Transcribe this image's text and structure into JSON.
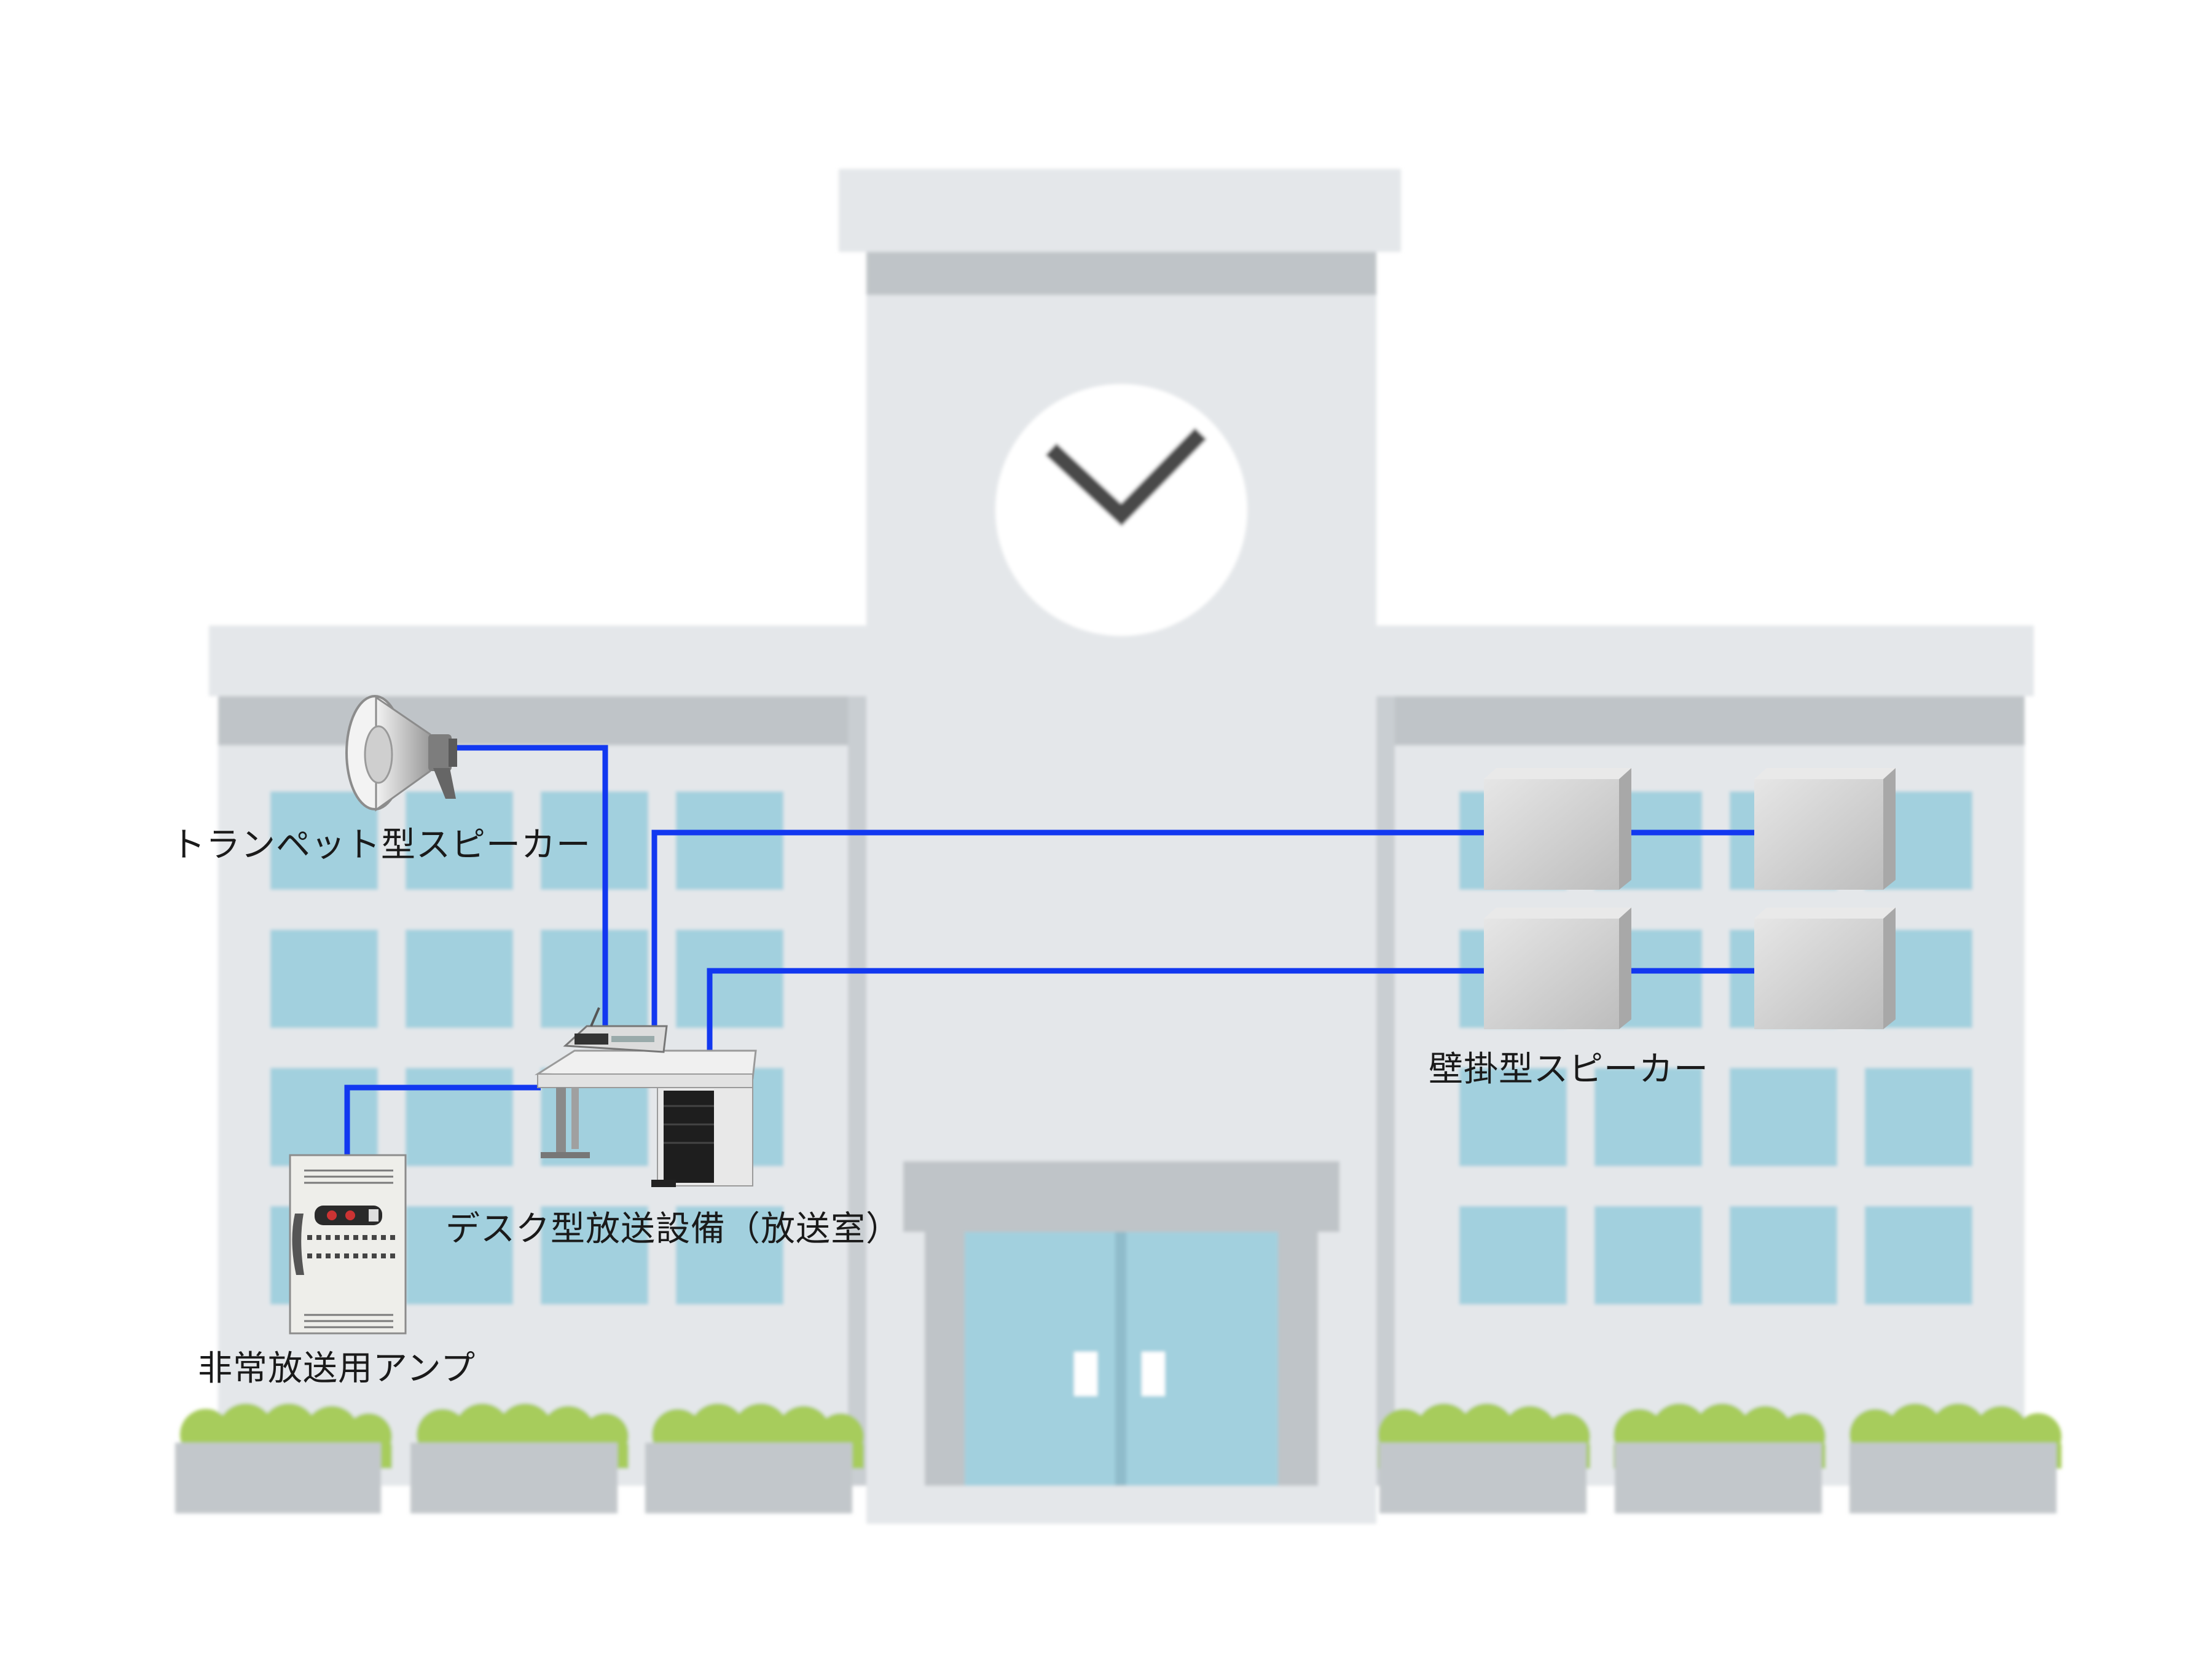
{
  "colors": {
    "wall": "#e4e7ea",
    "wall_shadow": "#bfc4c8",
    "window": "#a2d0de",
    "planter": "#c2c7cb",
    "bush": "#a7cc5c",
    "clock_face": "#ffffff",
    "clock_hands": "#4a4a4a",
    "cable": "#1238f0",
    "speaker_box": "#d0d0d0"
  },
  "labels": {
    "trumpet_speaker": "トランペット型スピーカー",
    "wall_speaker": "壁掛型スピーカー",
    "desk_equipment": "デスク型放送設備（放送室）",
    "emergency_amp": "非常放送用アンプ"
  },
  "icons": {
    "trumpet_speaker": "megaphone-horn-icon",
    "wall_speaker": "box-speaker-icon",
    "desk_equipment": "broadcast-desk-icon",
    "emergency_amp": "wall-amplifier-panel-icon",
    "clock": "clock-icon"
  }
}
